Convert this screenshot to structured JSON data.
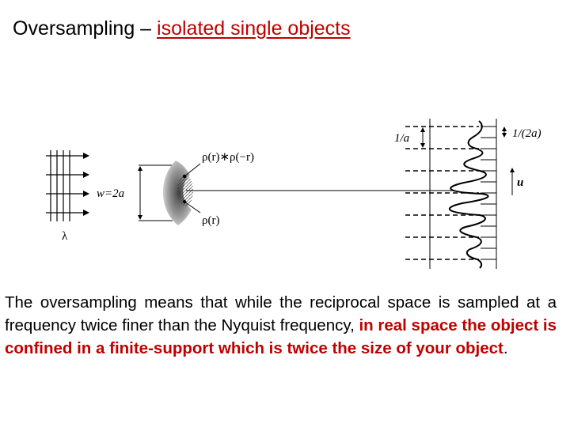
{
  "slide": {
    "title_main": "Oversampling – ",
    "title_highlight": "isolated single objects",
    "figure": {
      "label_wavelength": "λ",
      "label_width": "w=2a",
      "label_autocorrelation": "ρ(r)∗ρ(−r)",
      "label_density": "ρ(r)",
      "label_one_over_a": "1/a",
      "label_one_over_2a": "1/(2a)",
      "label_u": "u"
    },
    "body": {
      "text_black": "The oversampling means that  while the reciprocal space is sampled  at a frequency twice finer than the Nyquist frequency, ",
      "text_red": "in real space the object is confined in a finite-support which is twice the size of your object",
      "text_end": "."
    },
    "colors": {
      "accent": "#c00000",
      "text": "#000000"
    }
  }
}
